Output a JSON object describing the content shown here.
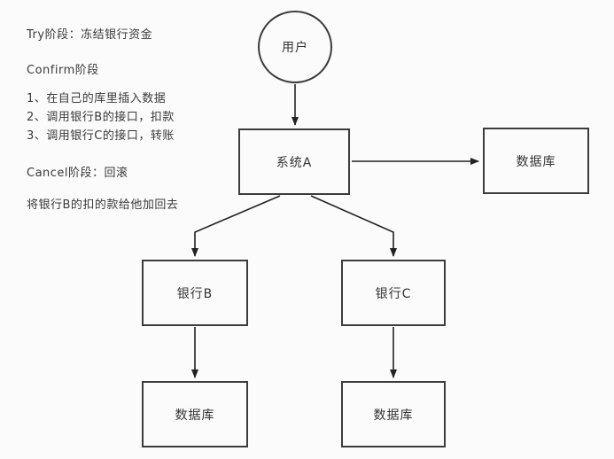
{
  "notes": {
    "lines": [
      "Try阶段：冻结银行资金",
      "Confirm阶段",
      "1、在自己的库里插入数据",
      "2、调用银行B的接口，扣款",
      "3、调用银行C的接口，转账",
      "Cancel阶段：回滚",
      "将银行B的扣的款给他加回去"
    ]
  },
  "nodes": {
    "user": "用户",
    "system_a": "系统A",
    "database_right": "数据库",
    "bank_b": "银行B",
    "bank_c": "银行C",
    "database_bank_b": "数据库",
    "database_bank_c": "数据库"
  },
  "colors": {
    "background": "#fbfbfb",
    "line": "#222222",
    "box_border": "#3c3c3c",
    "text": "#333333"
  }
}
